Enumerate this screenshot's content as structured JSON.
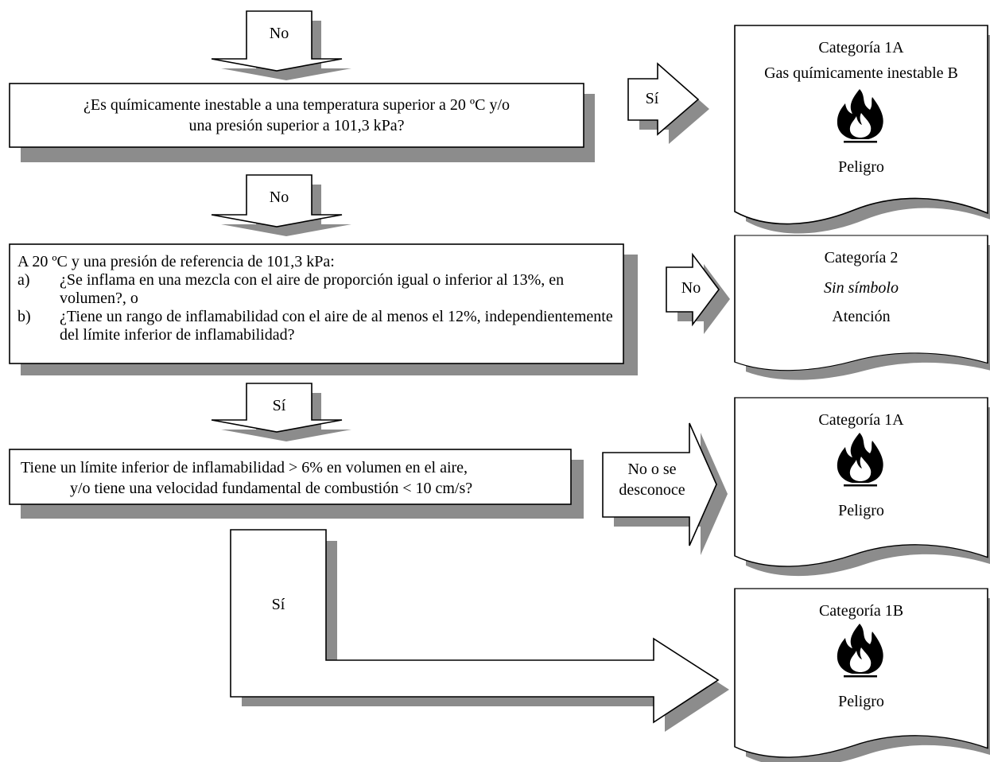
{
  "arrows": {
    "top_no": "No",
    "no_after_q1": "No",
    "si_q1": "Sí",
    "no_q2": "No",
    "si_q2": "Sí",
    "no_q3_line1": "No o se",
    "no_q3_line2": "desconoce",
    "si_q3": "Sí"
  },
  "questions": {
    "q1_line1": "¿Es químicamente inestable a una temperatura superior a 20 ºC y/o",
    "q1_line2": "una presión superior a 101,3 kPa?",
    "q2_intro": "A 20 ºC y una presión de referencia de 101,3 kPa:",
    "q2_a_marker": "a)",
    "q2_a_text": "¿Se inflama en una mezcla con el aire de proporción igual o inferior al 13%, en volumen?, o",
    "q2_b_marker": "b)",
    "q2_b_text": "¿Tiene un rango de inflamabilidad con el aire de al menos el 12%, independientemente del límite inferior de inflamabilidad?",
    "q3_line1": "Tiene un límite inferior de inflamabilidad > 6% en volumen en el aire,",
    "q3_line2": "y/o tiene una velocidad fundamental de combustión < 10 cm/s?"
  },
  "results": [
    {
      "category": "Categoría 1A",
      "subtitle": "Gas químicamente inestable B",
      "icon": "flame-icon",
      "signal": "Peligro"
    },
    {
      "category": "Categoría 2",
      "subtitle": "Sin símbolo",
      "signal": "Atención"
    },
    {
      "category": "Categoría 1A",
      "icon": "flame-icon",
      "signal": "Peligro"
    },
    {
      "category": "Categoría 1B",
      "icon": "flame-icon",
      "signal": "Peligro"
    }
  ],
  "colors": {
    "shadow": "#8c8c8c",
    "outline": "#000000",
    "fill": "#ffffff"
  }
}
